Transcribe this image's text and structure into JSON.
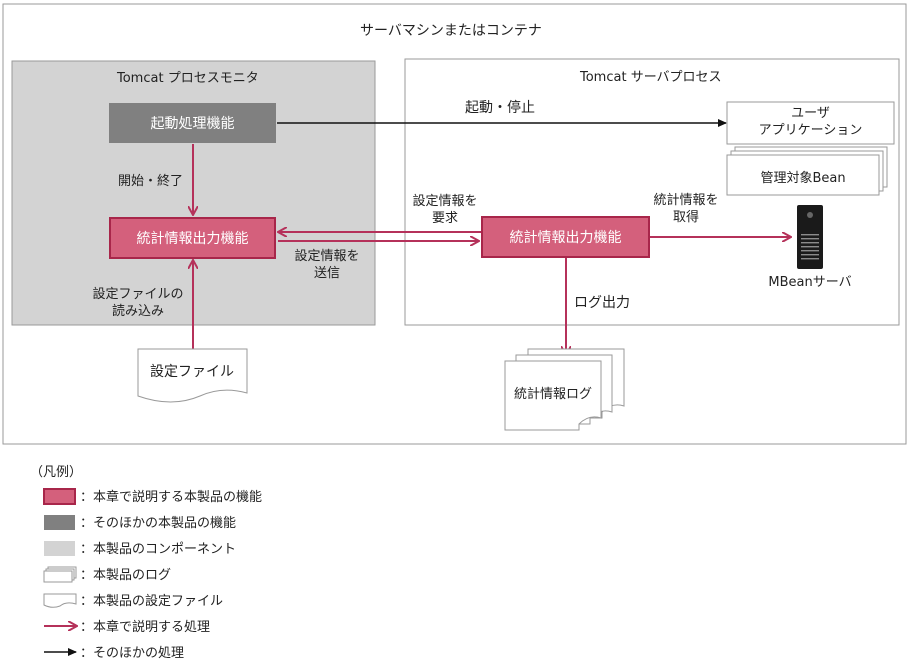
{
  "container": {
    "title": "サーバマシンまたはコンテナ"
  },
  "monitor": {
    "title": "Tomcat プロセスモニタ",
    "startup_function": "起動処理機能",
    "stats_function": "統計情報出力機能",
    "arrow_start_end": "開始・終了",
    "arrow_read_config": [
      "設定ファイルの",
      "読み込み"
    ],
    "config_file": "設定ファイル"
  },
  "server": {
    "title": "Tomcat サーバプロセス",
    "user_app": [
      "ユーザ",
      "アプリケーション"
    ],
    "managed_bean": "管理対象Bean",
    "stats_function": "統計情報出力機能",
    "arrow_startup_stop": "起動・停止",
    "arrow_request": [
      "設定情報を",
      "要求"
    ],
    "arrow_send": [
      "設定情報を",
      "送信"
    ],
    "arrow_acquire": [
      "統計情報を",
      "取得"
    ],
    "arrow_log_output": "ログ出力",
    "mbean_server": "MBeanサーバ",
    "stats_log": "統計情報ログ"
  },
  "legend": {
    "title": "（凡例）",
    "items": [
      {
        "kind": "pink-box",
        "label": "：本章で説明する本製品の機能"
      },
      {
        "kind": "dark-box",
        "label": "：そのほかの本製品の機能"
      },
      {
        "kind": "light-box",
        "label": "：本製品のコンポーネント"
      },
      {
        "kind": "log-icon",
        "label": "：本製品のログ"
      },
      {
        "kind": "file-icon",
        "label": "：本製品の設定ファイル"
      },
      {
        "kind": "pink-arrow",
        "label": "：本章で説明する処理"
      },
      {
        "kind": "black-arrow",
        "label": "：そのほかの処理"
      }
    ]
  },
  "colors": {
    "pink_fill": "#d4607c",
    "pink_border": "#a8264a",
    "dark_fill": "#808080",
    "light_fill": "#d3d3d3",
    "arrow_pink": "#b5315a"
  }
}
